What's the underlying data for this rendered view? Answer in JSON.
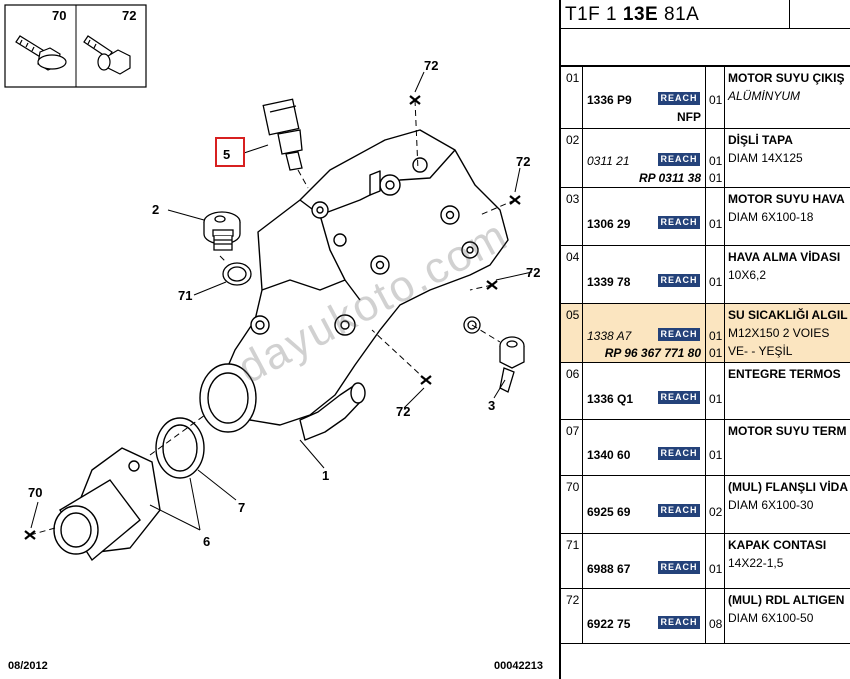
{
  "header": {
    "prefix": "T1F 1 ",
    "bold": "13E",
    "suffix": " 81A"
  },
  "inset": {
    "label_left": "70",
    "label_right": "72"
  },
  "callouts": {
    "c72a": "72",
    "c5": "5",
    "c72b": "72",
    "c2": "2",
    "c72c": "72",
    "c71": "71",
    "c3": "3",
    "c72d": "72",
    "c1": "1",
    "c70": "70",
    "c7": "7",
    "c6": "6"
  },
  "footer": {
    "date": "08/2012",
    "code": "00042213"
  },
  "watermark": "dayukoto.com",
  "badge_text": "REACH",
  "colors": {
    "highlight": "#fbe5c0",
    "badge": "#24427a",
    "callout_box": "#d72020"
  },
  "parts": [
    {
      "num": "01",
      "ref": "1336 P9",
      "ref_italic": false,
      "sub": "NFP",
      "sub_italic": false,
      "qty": "01",
      "qty2": "",
      "desc1": "MOTOR SUYU ÇIKIŞ",
      "desc2": "ALÜMİNYUM",
      "desc2_italic": true
    },
    {
      "num": "02",
      "ref": "0311 21",
      "ref_italic": true,
      "sub": "RP 0311 38",
      "sub_italic": true,
      "qty": "01",
      "qty2": "01",
      "desc1": "DİŞLİ TAPA",
      "desc2": "DIAM 14X125",
      "desc2_italic": false
    },
    {
      "num": "03",
      "ref": "1306 29",
      "ref_italic": false,
      "sub": "",
      "sub_italic": false,
      "qty": "01",
      "qty2": "",
      "desc1": "MOTOR SUYU HAVA",
      "desc2": "DIAM 6X100-18",
      "desc2_italic": false
    },
    {
      "num": "04",
      "ref": "1339 78",
      "ref_italic": false,
      "sub": "",
      "sub_italic": false,
      "qty": "01",
      "qty2": "",
      "desc1": "HAVA ALMA VİDASI",
      "desc2": "10X6,2",
      "desc2_italic": false
    },
    {
      "num": "05",
      "ref": "1338 A7",
      "ref_italic": true,
      "sub": "RP 96 367 771 80",
      "sub_italic": true,
      "qty": "01",
      "qty2": "01",
      "desc1": "SU SICAKLIĞI ALGIL",
      "desc2": "M12X150 2 VOIES",
      "desc2_italic": false,
      "desc3": "VE- - YEŞİL"
    },
    {
      "num": "06",
      "ref": "1336 Q1",
      "ref_italic": false,
      "sub": "",
      "sub_italic": false,
      "qty": "01",
      "qty2": "",
      "desc1": "ENTEGRE TERMOS",
      "desc2": "",
      "desc2_italic": false
    },
    {
      "num": "07",
      "ref": "1340 60",
      "ref_italic": false,
      "sub": "",
      "sub_italic": false,
      "qty": "01",
      "qty2": "",
      "desc1": "MOTOR SUYU TERM",
      "desc2": "",
      "desc2_italic": false
    },
    {
      "num": "70",
      "ref": "6925 69",
      "ref_italic": false,
      "sub": "",
      "sub_italic": false,
      "qty": "02",
      "qty2": "",
      "desc1": "(MUL) FLANŞLI VİDA",
      "desc2": "DIAM 6X100-30",
      "desc2_italic": false
    },
    {
      "num": "71",
      "ref": "6988 67",
      "ref_italic": false,
      "sub": "",
      "sub_italic": false,
      "qty": "01",
      "qty2": "",
      "desc1": "KAPAK CONTASI",
      "desc2": "14X22-1,5",
      "desc2_italic": false
    },
    {
      "num": "72",
      "ref": "6922 75",
      "ref_italic": false,
      "sub": "",
      "sub_italic": false,
      "qty": "08",
      "qty2": "",
      "desc1": "(MUL) RDL ALTIGEN",
      "desc2": "DIAM 6X100-50",
      "desc2_italic": false
    }
  ]
}
